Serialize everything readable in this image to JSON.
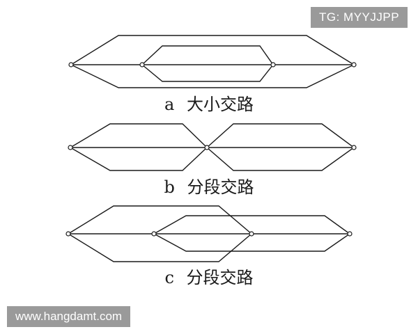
{
  "diagrams": [
    {
      "letter": "a",
      "caption": "大小交路"
    },
    {
      "letter": "b",
      "caption": "分段交路"
    },
    {
      "letter": "c",
      "caption": "分段交路"
    }
  ],
  "watermarks": {
    "top_right": "TG: MYYJJPP",
    "bottom_left": "www.hangdamt.com"
  },
  "colors": {
    "line": "#1a1a1a",
    "watermark_bg": "#9a9a9a",
    "watermark_text": "#ffffff"
  }
}
